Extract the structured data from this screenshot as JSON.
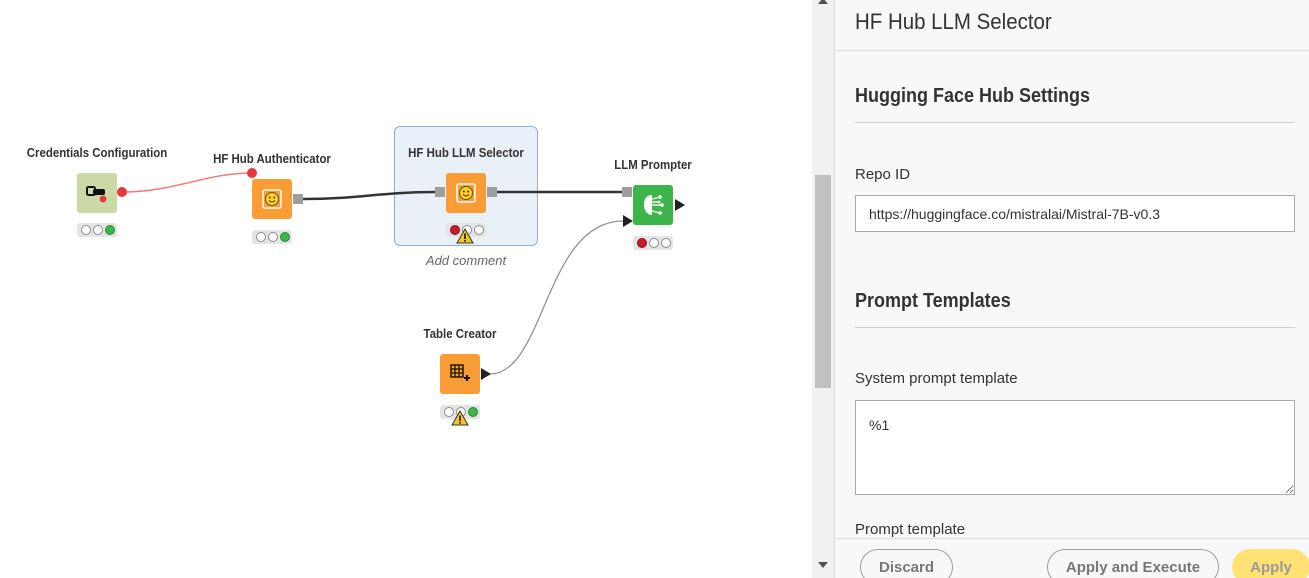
{
  "workflow": {
    "nodes": {
      "credentials": {
        "title": "Credentials Configuration"
      },
      "authenticator": {
        "title": "HF Hub Authenticator"
      },
      "llm_selector": {
        "title": "HF Hub LLM Selector"
      },
      "llm_prompter": {
        "title": "LLM Prompter"
      },
      "table_creator": {
        "title": "Table Creator"
      }
    },
    "add_comment": "Add comment",
    "colors": {
      "credentials_node": "#cbd9a6",
      "orange_node": "#f99c35",
      "green_node": "#3db54a",
      "credential_wire": "#f07a7a",
      "model_wire": "#333333",
      "table_wire": "#8c8c8c",
      "selection_fill": "#e9f0f7",
      "selection_border": "#8bb2d4"
    }
  },
  "panel": {
    "title": "HF Hub LLM Selector",
    "sections": {
      "hub_settings": "Hugging Face Hub Settings",
      "prompt_templates": "Prompt Templates"
    },
    "repo_id": {
      "label": "Repo ID",
      "value": "https://huggingface.co/mistralai/Mistral-7B-v0.3"
    },
    "system_prompt": {
      "label": "System prompt template",
      "value": "%1"
    },
    "prompt_template": {
      "label": "Prompt template"
    },
    "buttons": {
      "discard": "Discard",
      "apply_execute": "Apply and Execute",
      "apply": "Apply"
    },
    "colors": {
      "apply_button": "#ffe273",
      "panel_background": "#f7f8f9"
    }
  }
}
